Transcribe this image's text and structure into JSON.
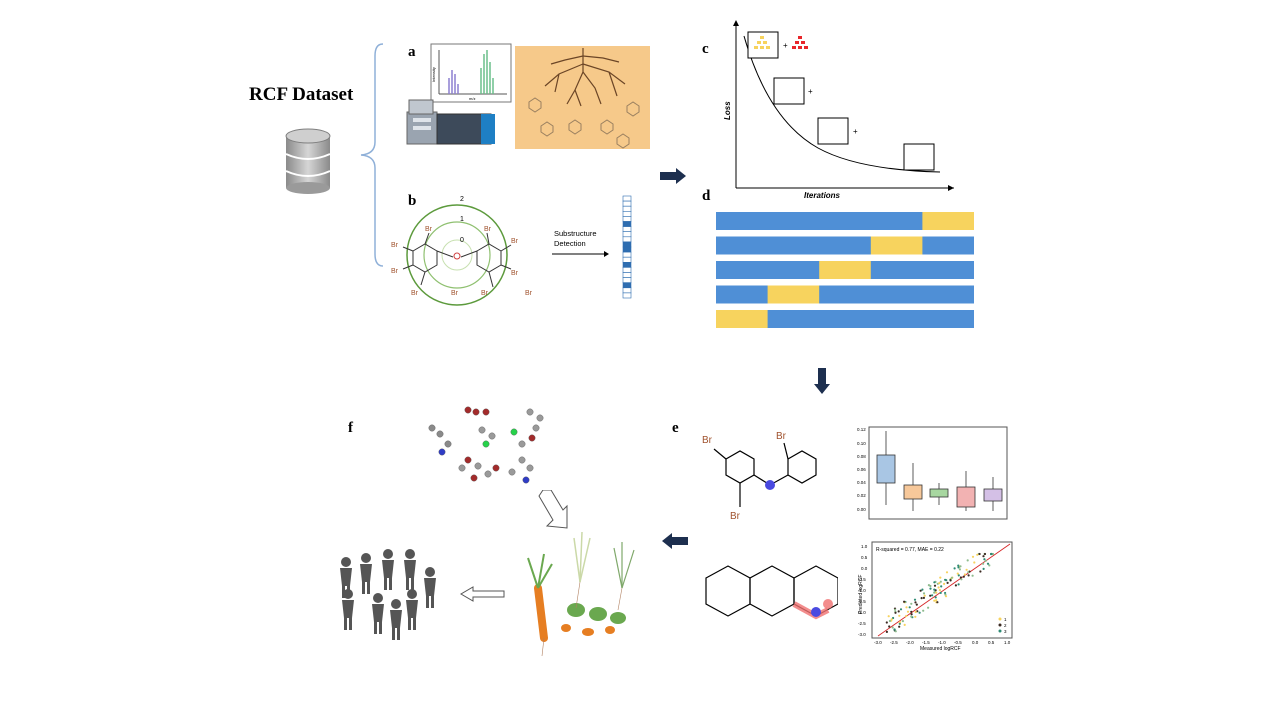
{
  "title": "RCF Dataset",
  "panels": {
    "a": "a",
    "b": "b",
    "c": "c",
    "d": "d",
    "e": "e",
    "f": "f"
  },
  "spectrum": {
    "ylabel": "Intensity",
    "xlabel": "m/z"
  },
  "fingerprint": {
    "radii_labels": [
      "2",
      "1",
      "0"
    ],
    "arrow_label_line1": "Substructure",
    "arrow_label_line2": "Detection",
    "atom_label": "Br"
  },
  "loss_plot": {
    "ylabel": "Loss",
    "xlabel": "Iterations"
  },
  "shap_molecule_label": "Br",
  "boxplot": {
    "yticks": [
      "0.12",
      "0.10",
      "0.08",
      "0.06",
      "0.04",
      "0.02",
      "0.00"
    ]
  },
  "scatter": {
    "annotation": "R-squared = 0.77, MAE = 0.22",
    "xlabel": "Measured logRCF",
    "ylabel": "Predicted logRCF",
    "xticks": [
      "-3.0",
      "-2.5",
      "-2.0",
      "-1.5",
      "-1.0",
      "-0.5",
      "0.0",
      "0.5",
      "1.0"
    ],
    "yticks": [
      "1.0",
      "0.5",
      "0.0",
      "-0.5",
      "-1.0",
      "-1.5",
      "-2.0",
      "-2.5",
      "-3.0"
    ],
    "legend": [
      "1",
      "2",
      "3"
    ]
  },
  "colors": {
    "blue": "#4f8fd6",
    "yellow": "#f7d35e",
    "sand": "#f6c98a",
    "green": "#5c9a3c",
    "red": "#e8262a",
    "navy": "#1d2f4f"
  }
}
